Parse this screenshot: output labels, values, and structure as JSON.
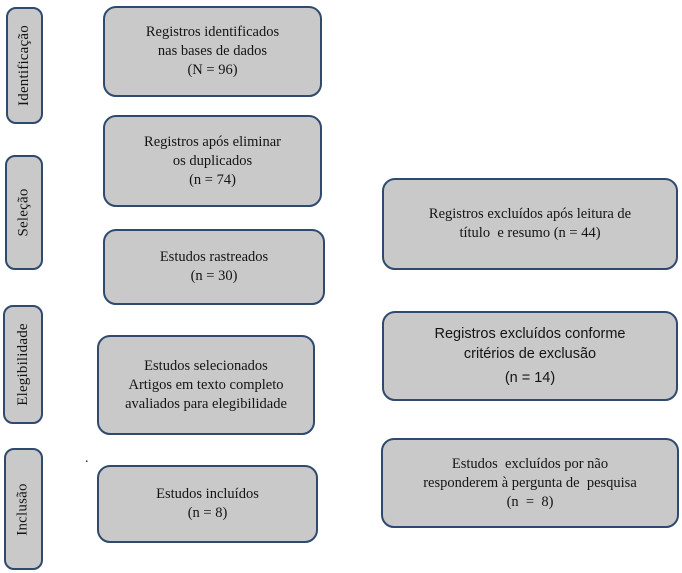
{
  "diagram": {
    "type": "prisma-flow-diagram",
    "colors": {
      "background": "#ffffff",
      "box_fill": "#c9c9c9",
      "box_border": "#2f4a6e",
      "text": "#141414"
    },
    "stages": [
      {
        "label": "Identificação"
      },
      {
        "label": "Seleção"
      },
      {
        "label": "Elegibilidade"
      },
      {
        "label": "Inclusão"
      }
    ],
    "main_boxes": [
      {
        "count": 96,
        "lines": [
          "Registros identificados",
          "nas bases de dados",
          "(N = 96)"
        ]
      },
      {
        "count": 74,
        "lines": [
          "Registros após eliminar",
          "os duplicados",
          "(n = 74)"
        ]
      },
      {
        "count": 30,
        "lines": [
          "Estudos rastreados",
          "(n = 30)"
        ]
      },
      {
        "lines": [
          "Estudos selecionados",
          "Artigos em texto completo",
          "avaliados para elegibilidade"
        ]
      },
      {
        "count": 8,
        "lines": [
          "Estudos incluídos",
          "(n = 8)"
        ]
      }
    ],
    "side_boxes": [
      {
        "count": 44,
        "lines": [
          "Registros excluídos após leitura de",
          "título  e resumo (n = 44)"
        ]
      },
      {
        "count": 14,
        "lines": [
          "Registros excluídos conforme",
          "critérios de exclusão",
          "(n = 14)"
        ]
      },
      {
        "count": 8,
        "lines": [
          "Estudos  excluídos por não",
          "responderem à pergunta de  pesquisa",
          "(n  =  8)"
        ]
      }
    ],
    "stray_mark": "."
  }
}
